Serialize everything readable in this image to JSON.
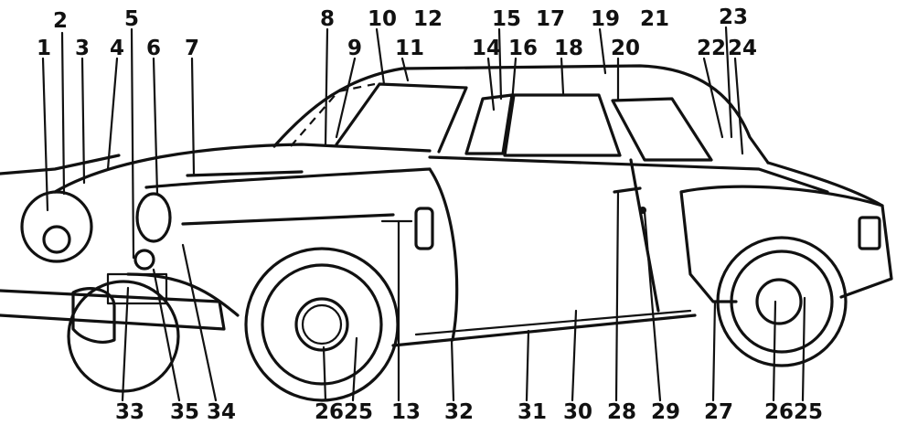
{
  "diagram": {
    "top_callouts": [
      "1",
      "2",
      "3",
      "4",
      "5",
      "6",
      "7",
      "8",
      "9",
      "10",
      "11",
      "12",
      "14",
      "15",
      "16",
      "17",
      "18",
      "19",
      "20",
      "21",
      "22",
      "23",
      "24"
    ],
    "bottom_callouts": [
      "33",
      "35",
      "34",
      "26",
      "25",
      "13",
      "32",
      "31",
      "30",
      "28",
      "29",
      "27",
      "26",
      "25"
    ],
    "ink_color": "#111111",
    "background_color": "#ffffff"
  }
}
